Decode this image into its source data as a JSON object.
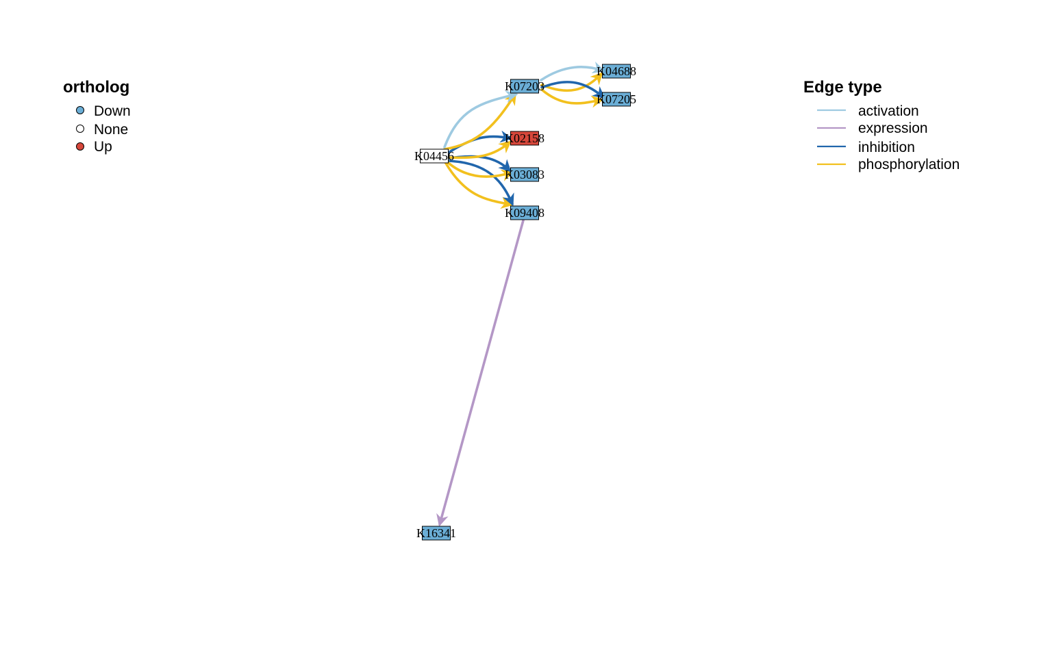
{
  "colors": {
    "activation": "#9ecae1",
    "expression": "#b497c6",
    "inhibition": "#2166ac",
    "phosphorylation": "#f2c01e",
    "Down": "#6baed6",
    "None": "#ffffff",
    "Up": "#d6473b"
  },
  "legends": {
    "ortholog": {
      "title": "ortholog",
      "items": [
        {
          "label": "Down",
          "key": "Down"
        },
        {
          "label": "None",
          "key": "None"
        },
        {
          "label": "Up",
          "key": "Up"
        }
      ]
    },
    "edge_type": {
      "title": "Edge type",
      "items": [
        {
          "label": "activation",
          "key": "activation"
        },
        {
          "label": "expression",
          "key": "expression"
        },
        {
          "label": "inhibition",
          "key": "inhibition"
        },
        {
          "label": "phosphorylation",
          "key": "phosphorylation"
        }
      ]
    }
  },
  "nodes": [
    {
      "id": "K04456",
      "label": "K04456",
      "status": "None"
    },
    {
      "id": "K07203",
      "label": "K07203",
      "status": "Down"
    },
    {
      "id": "K04688",
      "label": "K04688",
      "status": "Down"
    },
    {
      "id": "K07205",
      "label": "K07205",
      "status": "Down"
    },
    {
      "id": "K02158",
      "label": "K02158",
      "status": "Up"
    },
    {
      "id": "K03083",
      "label": "K03083",
      "status": "Down"
    },
    {
      "id": "K09408",
      "label": "K09408",
      "status": "Down"
    },
    {
      "id": "K16341",
      "label": "K16341",
      "status": "Down"
    }
  ],
  "edges": [
    {
      "from": "K04456",
      "to": "K07203",
      "type": "activation"
    },
    {
      "from": "K04456",
      "to": "K07203",
      "type": "phosphorylation"
    },
    {
      "from": "K04456",
      "to": "K02158",
      "type": "inhibition"
    },
    {
      "from": "K04456",
      "to": "K02158",
      "type": "phosphorylation"
    },
    {
      "from": "K04456",
      "to": "K03083",
      "type": "inhibition"
    },
    {
      "from": "K04456",
      "to": "K03083",
      "type": "phosphorylation"
    },
    {
      "from": "K04456",
      "to": "K09408",
      "type": "inhibition"
    },
    {
      "from": "K04456",
      "to": "K09408",
      "type": "phosphorylation"
    },
    {
      "from": "K07203",
      "to": "K04688",
      "type": "activation"
    },
    {
      "from": "K07203",
      "to": "K04688",
      "type": "phosphorylation"
    },
    {
      "from": "K07203",
      "to": "K07205",
      "type": "inhibition"
    },
    {
      "from": "K07203",
      "to": "K07205",
      "type": "phosphorylation"
    },
    {
      "from": "K09408",
      "to": "K16341",
      "type": "expression"
    }
  ]
}
